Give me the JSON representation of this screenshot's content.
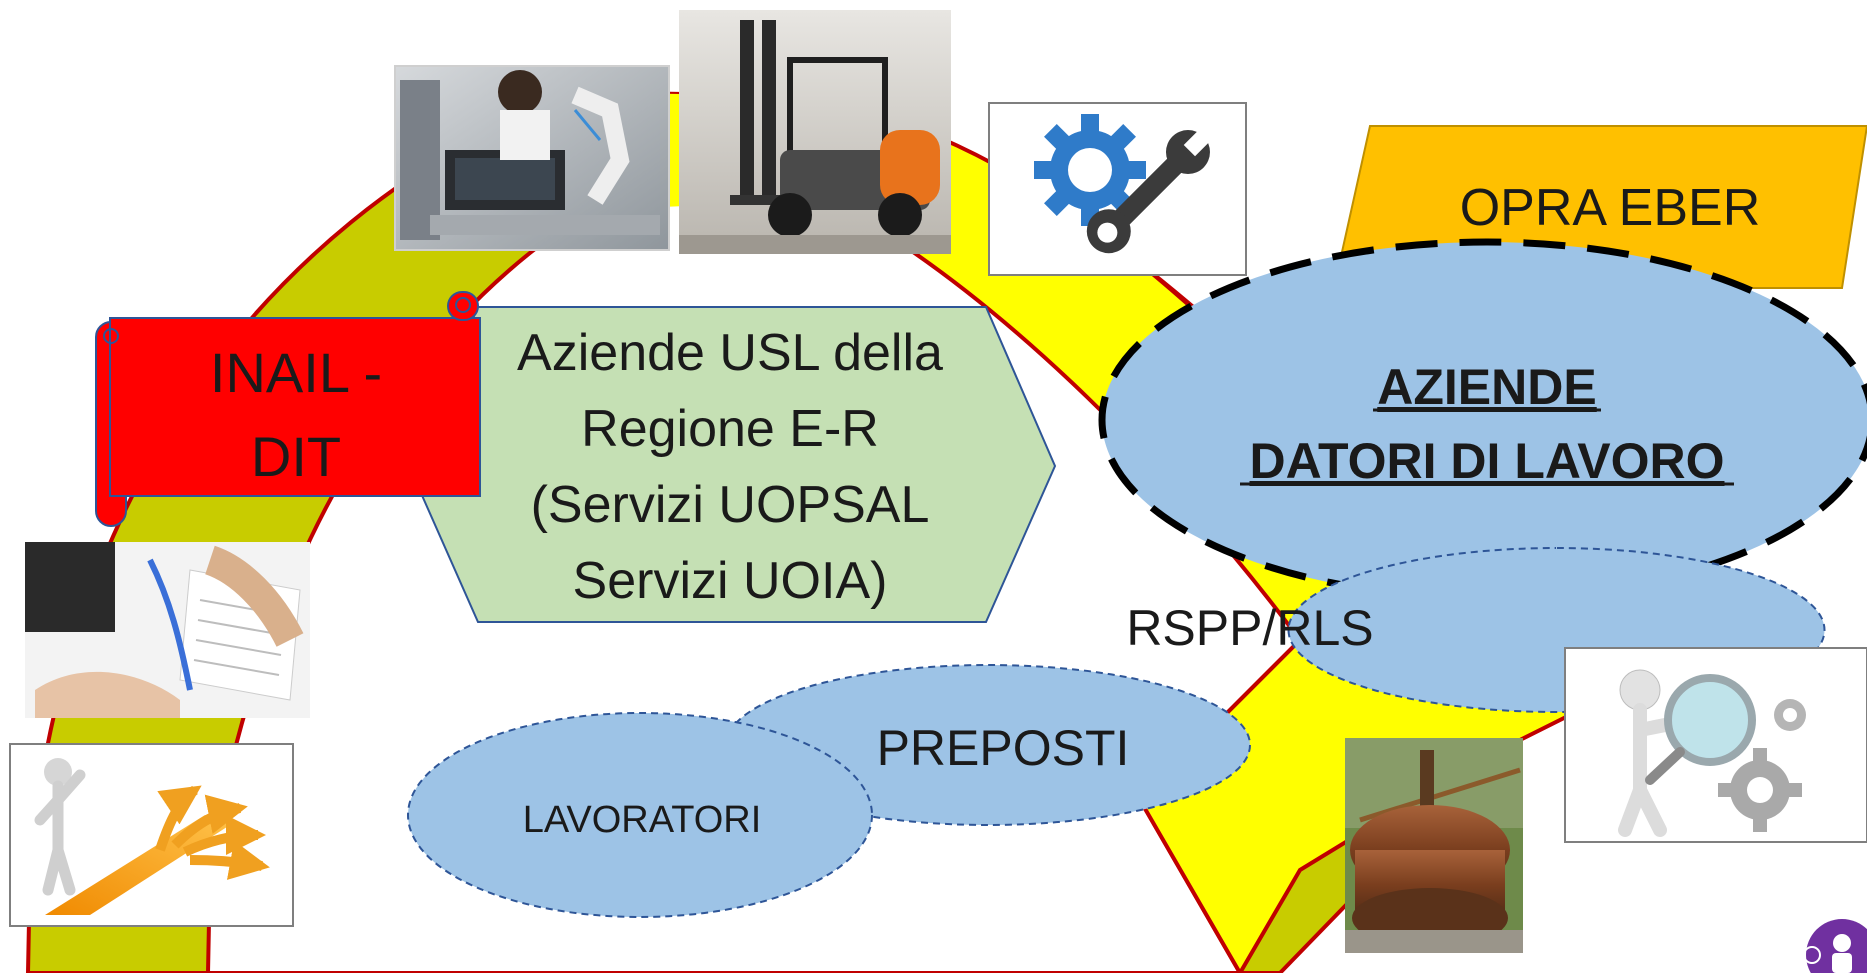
{
  "nodes": {
    "inail": {
      "lines": [
        "INAIL -",
        "DIT"
      ]
    },
    "usl": {
      "lines": [
        "Aziende USL della",
        "Regione E-R",
        "(Servizi UOPSAL",
        "Servizi UOIA)"
      ]
    },
    "opra": {
      "label": "OPRA EBER"
    },
    "aziende": {
      "lines": [
        "AZIENDE",
        "DATORI DI LAVORO"
      ]
    },
    "rspp": {
      "label": "RSPP/RLS"
    },
    "preposti": {
      "label": "PREPOSTI"
    },
    "lavoratori": {
      "label": "LAVORATORI"
    }
  },
  "images": {
    "robot_lab": "robot-lab-photo",
    "forklift": "forklift-photo",
    "gear_wrench": "gear-wrench-icon",
    "contract": "contract-signing-photo",
    "crossroads": "crossroads-arrows-icon",
    "tank": "rusty-tank-photo",
    "magnifier": "magnifier-figure-icon",
    "logo": "biohazard-worker-logo"
  },
  "colors": {
    "arch_olive": "#c8cc00",
    "arch_yellow": "#ffff00",
    "arch_outline": "#c00000",
    "inail_fill": "#ff0000",
    "usl_fill": "#c5e0b4",
    "opra_fill": "#ffc000",
    "bubble_fill": "#9dc3e6",
    "text": "#1a1a1a",
    "logo_purple": "#7030a0"
  }
}
